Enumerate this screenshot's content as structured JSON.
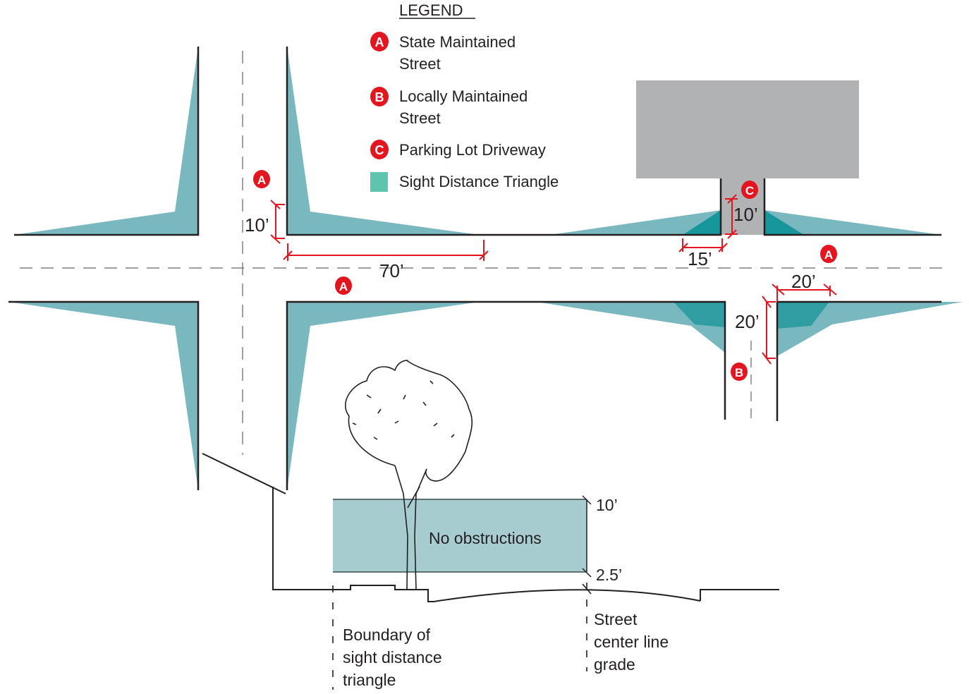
{
  "legend": {
    "title": "LEGEND",
    "items": [
      {
        "badge": "A",
        "line1": "State Maintained",
        "line2": "Street"
      },
      {
        "badge": "B",
        "line1": "Locally Maintained",
        "line2": "Street"
      },
      {
        "badge": "C",
        "line1": "Parking Lot Driveway",
        "line2": ""
      },
      {
        "swatch": "sight-triangle",
        "line1": "Sight Distance Triangle",
        "line2": ""
      }
    ]
  },
  "colors": {
    "triangle_light": "#7ab8bf",
    "triangle_dark": "#17969b",
    "badge_red": "#e3151e",
    "building_gray": "#b1b2b4",
    "legend_swatch": "#5ec4ae",
    "section_fill": "#a7ccd0",
    "dimension_red": "#e3151e"
  },
  "badges": {
    "a1": "A",
    "a2": "A",
    "a3": "A",
    "b": "B",
    "c": "C"
  },
  "dimensions": {
    "d_10_left": "10’",
    "d_70": "70’",
    "d_10_drive": "10’",
    "d_15": "15’",
    "d_20_h": "20’",
    "d_20_v": "20’"
  },
  "section": {
    "zone_label": "No obstructions",
    "top_height": "10’",
    "bottom_height": "2.5’",
    "boundary_label": [
      "Boundary of",
      "sight distance",
      "triangle"
    ],
    "centerline_label": [
      "Street",
      "center line",
      "grade"
    ]
  }
}
